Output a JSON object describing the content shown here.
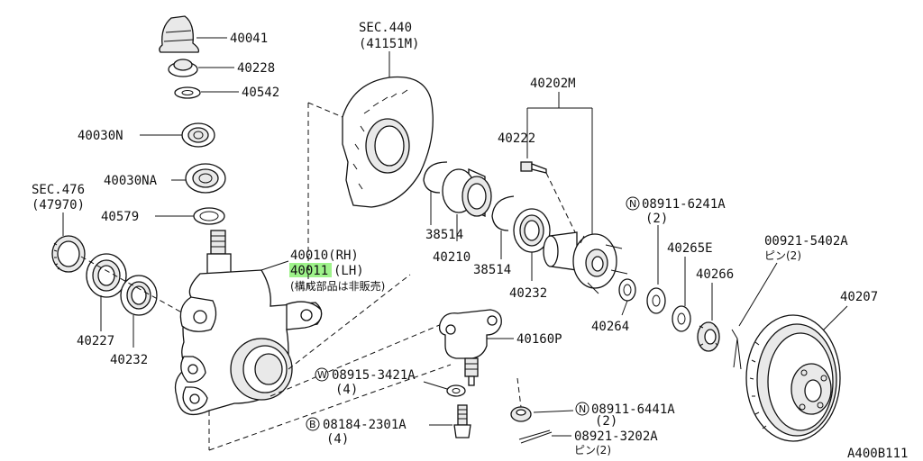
{
  "labels": {
    "p40041": "40041",
    "p40228": "40228",
    "p40542": "40542",
    "p40030N": "40030N",
    "p40030NA": "40030NA",
    "p40579": "40579",
    "sec476": "SEC.476",
    "sec476_sub": "(47970)",
    "p40227": "40227",
    "p40232_left": "40232",
    "sec440": "SEC.440",
    "sec440_sub": "(41151M)",
    "p40010": "40010(RH)",
    "p40011": "40011",
    "p40011_suffix": "(LH)",
    "note": "(構成部品は非販売)",
    "p40202M": "40202M",
    "p40222": "40222",
    "p38514_a": "38514",
    "p40210": "40210",
    "p38514_b": "38514",
    "p40232_mid": "40232",
    "p08911_6241A": "08911-6241A",
    "p08911_6241A_qty": "(2)",
    "p40265E": "40265E",
    "p40266": "40266",
    "p00921_5402A": "00921-5402A",
    "p00921_5402A_sub": "ピン(2)",
    "p40264": "40264",
    "p40207": "40207",
    "p40160P": "40160P",
    "p08915_3421A": "08915-3421A",
    "p08915_3421A_qty": "(4)",
    "p08184_2301A": "08184-2301A",
    "p08184_2301A_qty": "(4)",
    "p08911_6441A": "08911-6441A",
    "p08911_6441A_qty": "(2)",
    "p08921_3202A": "08921-3202A",
    "p08921_3202A_sub": "ピン(2)",
    "diagram_id": "A400B111"
  },
  "circle_letters": {
    "n_top": "N",
    "w": "W",
    "b": "B",
    "n_bottom": "N"
  },
  "colors": {
    "highlight": "#9ef28a",
    "ink": "#111111"
  }
}
